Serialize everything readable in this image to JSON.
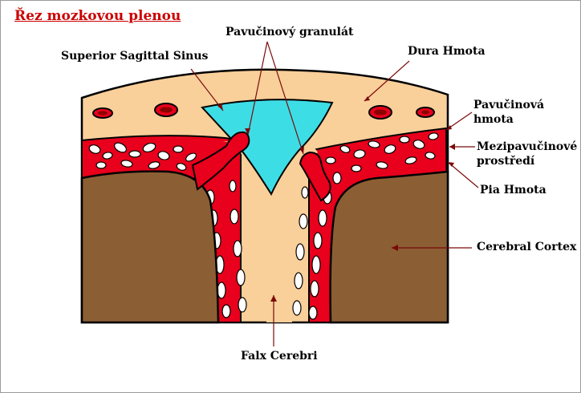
{
  "title": "Řez mozkovou plenou",
  "labels": {
    "superior_sagittal_sinus": "Superior Sagittal Sinus",
    "arachnoid_granulation": "Pavučinový granulát",
    "dura": "Dura Hmota",
    "arachnoid_line1": "Pavučinová",
    "arachnoid_line2": "hmota",
    "subarachnoid_line1": "Mezipavučinové",
    "subarachnoid_line2": "prostředí",
    "pia": "Pia Hmota",
    "cortex": "Cerebral Cortex",
    "falx": "Falx Cerebri"
  },
  "colors": {
    "title": "#cc0000",
    "dura": "#f9cf9a",
    "cortex": "#8b5e34",
    "sinus": "#3ddde6",
    "vessel": "#e8001c",
    "leader": "#7a0a0a"
  }
}
